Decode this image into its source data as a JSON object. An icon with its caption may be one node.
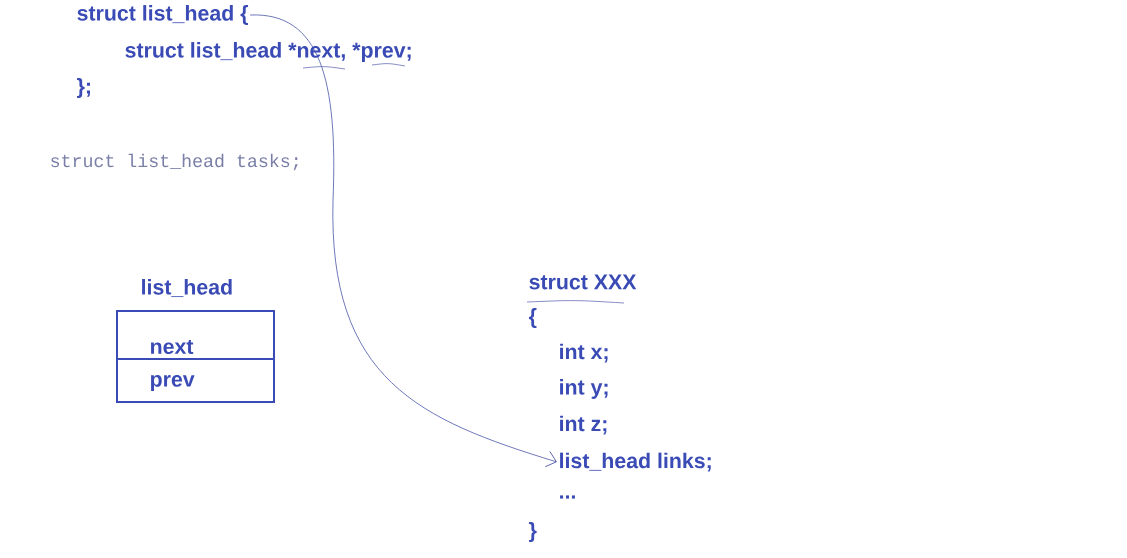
{
  "diagram": {
    "nodes": [
      {
        "text": [
          "struct list_head {"
        ]
      },
      {
        "text": [
          "list_head links;"
        ]
      },
      {
        "text": [
          "list_head"
        ]
      },
      {
        "text": [
          "next"
        ],
        "in": 2
      },
      {
        "text": [
          "prev"
        ],
        "in": 2
      }
    ],
    "edges": [
      {
        "from": 0,
        "to": 1,
        "arrow": "to"
      }
    ],
    "labels": [
      "struct list_head *next, *prev;",
      "};",
      "struct list_head tasks;",
      "struct XXX",
      "{",
      "int x;",
      "int y;",
      "int z;",
      "...",
      "}"
    ]
  }
}
